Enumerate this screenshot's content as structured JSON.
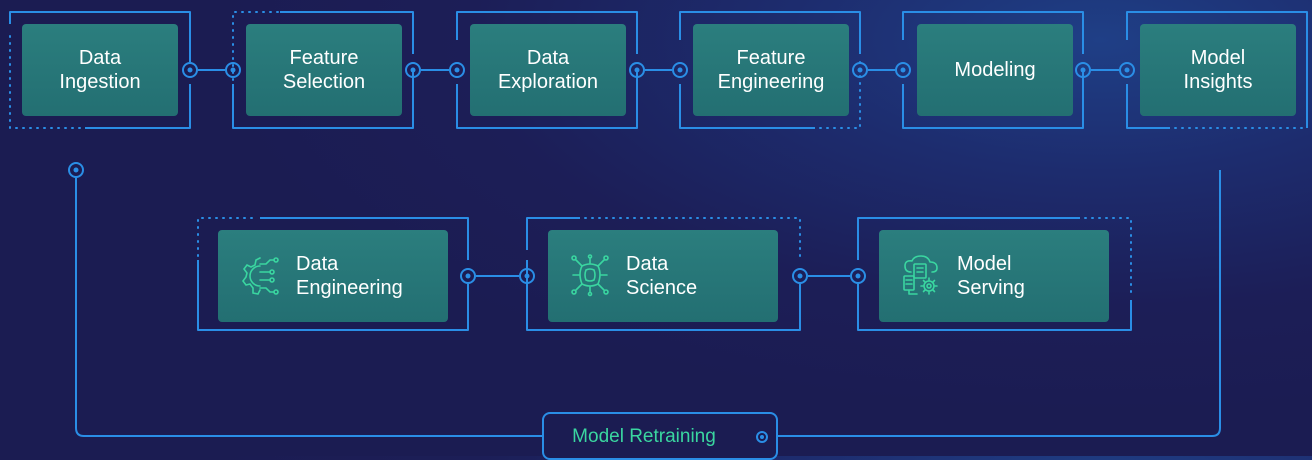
{
  "pipeline": {
    "steps": [
      {
        "line1": "Data",
        "line2": "Ingestion"
      },
      {
        "line1": "Feature",
        "line2": "Selection"
      },
      {
        "line1": "Data",
        "line2": "Exploration"
      },
      {
        "line1": "Feature",
        "line2": "Engineering"
      },
      {
        "line1": "Modeling",
        "line2": ""
      },
      {
        "line1": "Model",
        "line2": "Insights"
      }
    ]
  },
  "domains": {
    "items": [
      {
        "line1": "Data",
        "line2": "Engineering",
        "icon": "gear-circuit-icon"
      },
      {
        "line1": "Data",
        "line2": "Science",
        "icon": "chip-network-icon"
      },
      {
        "line1": "Model",
        "line2": "Serving",
        "icon": "cloud-server-gear-icon"
      }
    ]
  },
  "retraining": {
    "label": "Model Retraining"
  },
  "colors": {
    "background": "#1c1e57",
    "wire": "#2a8ee6",
    "node_fill": "#267474",
    "node_text": "#ffffff",
    "icon": "#3ad6a0",
    "retraining_text": "#3ad6a0"
  }
}
